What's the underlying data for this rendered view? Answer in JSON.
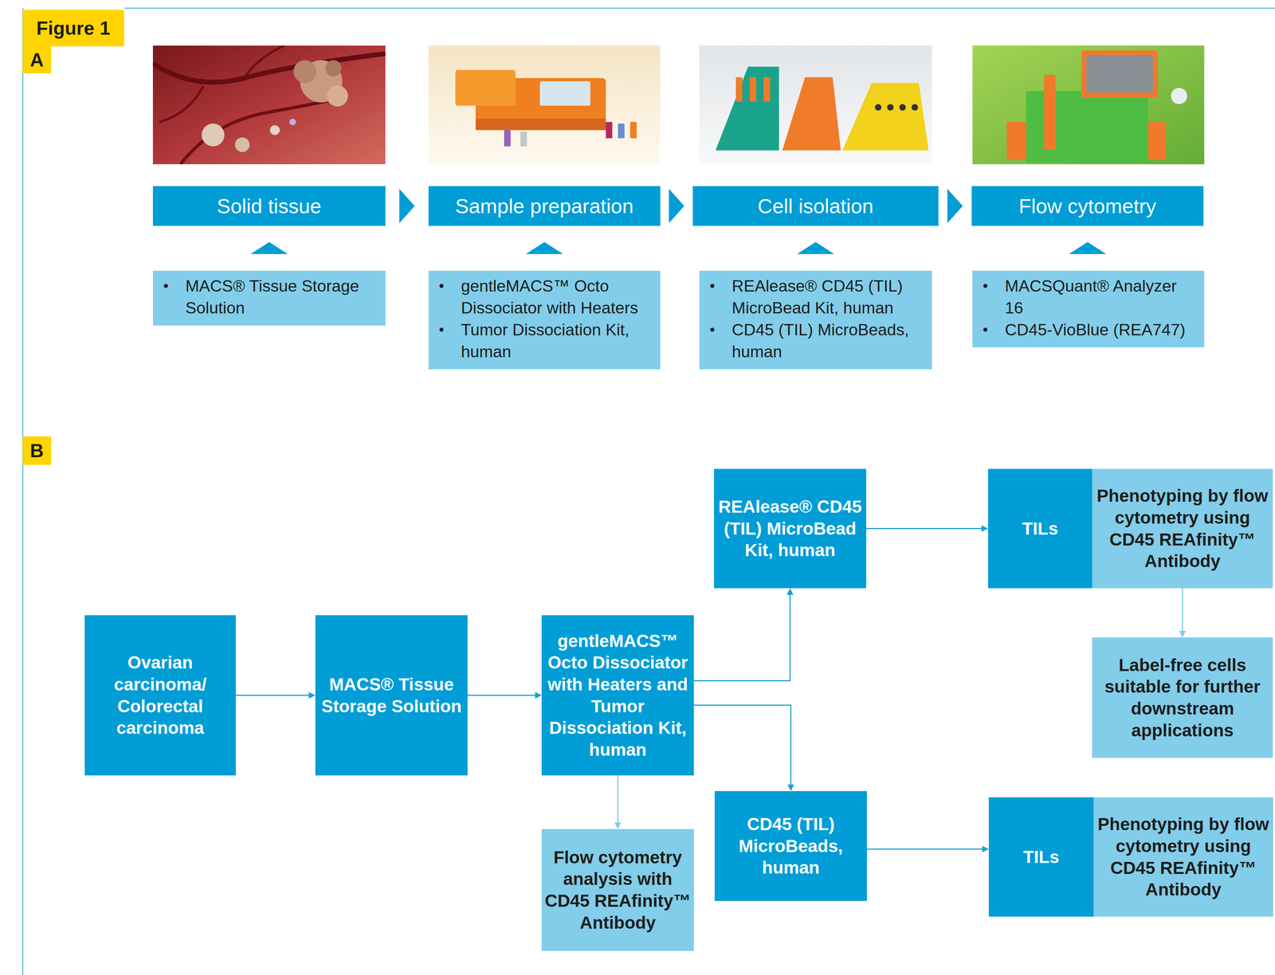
{
  "diagram": {
    "title": "Figure 1",
    "nodes": [
      {
        "text": [
          "Solid tissue"
        ]
      },
      {
        "text": [
          "Sample preparation"
        ]
      },
      {
        "text": [
          "Cell isolation"
        ]
      },
      {
        "text": [
          "Flow cytometry"
        ]
      },
      {
        "text": [
          "MACS® Tissue Storage Solution"
        ]
      },
      {
        "text": [
          "gentleMACS™ Octo Dissociator with Heaters",
          "Tumor Dissociation Kit, human"
        ]
      },
      {
        "text": [
          "REAlease® CD45 (TIL) MicroBead Kit, human",
          "CD45 (TIL) MicroBeads, human"
        ]
      },
      {
        "text": [
          "MACSQuant® Analyzer 16",
          "CD45-VioBlue (REA747)"
        ]
      },
      {
        "text": [
          "Ovarian carcinoma/ Colorectal carcinoma"
        ]
      },
      {
        "text": [
          "MACS® Tissue Storage Solution"
        ]
      },
      {
        "text": [
          "gentleMACS™ Octo Dissociator with Heaters and Tumor Dissociation Kit, human"
        ]
      },
      {
        "text": [
          "REAlease® CD45 (TIL) MicroBead Kit, human"
        ]
      },
      {
        "text": [
          "CD45 (TIL) MicroBeads, human"
        ]
      },
      {
        "text": [
          "Flow cytometry analysis with CD45 REAfinity™ Antibody"
        ]
      },
      {
        "text": [
          "TILs"
        ]
      },
      {
        "text": [
          "Phenotyping by flow cytometry using CD45 REAfinity™ Antibody"
        ]
      },
      {
        "text": [
          "Label-free cells suitable for further downstream applications"
        ]
      },
      {
        "text": [
          "TILs"
        ]
      },
      {
        "text": [
          "Phenotyping by flow cytometry using CD45 REAfinity™ Antibody"
        ]
      }
    ],
    "edges": [
      {
        "from": 0,
        "to": 1,
        "arrow": "to"
      },
      {
        "from": 1,
        "to": 2,
        "arrow": "to"
      },
      {
        "from": 2,
        "to": 3,
        "arrow": "to"
      },
      {
        "from": 4,
        "to": 0,
        "arrow": "to"
      },
      {
        "from": 5,
        "to": 1,
        "arrow": "to"
      },
      {
        "from": 6,
        "to": 2,
        "arrow": "to"
      },
      {
        "from": 7,
        "to": 3,
        "arrow": "to"
      },
      {
        "from": 8,
        "to": 9,
        "arrow": "to"
      },
      {
        "from": 9,
        "to": 10,
        "arrow": "to"
      },
      {
        "from": 10,
        "to": 11,
        "arrow": "to"
      },
      {
        "from": 10,
        "to": 12,
        "arrow": "to"
      },
      {
        "from": 10,
        "to": 13,
        "arrow": "to"
      },
      {
        "from": 11,
        "to": 14,
        "arrow": "to"
      },
      {
        "from": 15,
        "to": 16,
        "arrow": "to"
      },
      {
        "from": 12,
        "to": 17,
        "arrow": "to"
      }
    ],
    "labels": [
      "A",
      "B"
    ]
  }
}
